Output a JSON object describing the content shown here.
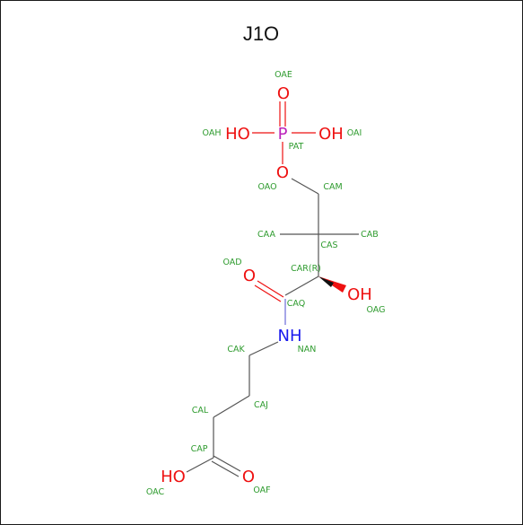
{
  "title": "J1O",
  "colors": {
    "bond": "#555555",
    "oxygen": "#ee1111",
    "nitrogen": "#1a1aee",
    "phosphorus": "#bb22bb",
    "annotation": "#2e9b2e"
  },
  "atoms": {
    "O_double": "O",
    "HO_left": "HO",
    "P": "P",
    "OH_right": "OH",
    "O_ester": "O",
    "O_carbonyl": "O",
    "OH_chiral": "OH",
    "NH": "NH",
    "HO_acid": "HO",
    "O_acid": "O"
  },
  "atom_names": {
    "oae": "OAE",
    "oah": "OAH",
    "oai": "OAI",
    "pat": "PAT",
    "oao": "OAO",
    "cam": "CAM",
    "caa": "CAA",
    "cab": "CAB",
    "cas": "CAS",
    "oad": "OAD",
    "car": "CAR(R)",
    "oag": "OAG",
    "caq": "CAQ",
    "cak": "CAK",
    "nan": "NAN",
    "cal": "CAL",
    "caj": "CAJ",
    "cap": "CAP",
    "oac": "OAC",
    "oaf": "OAF"
  }
}
